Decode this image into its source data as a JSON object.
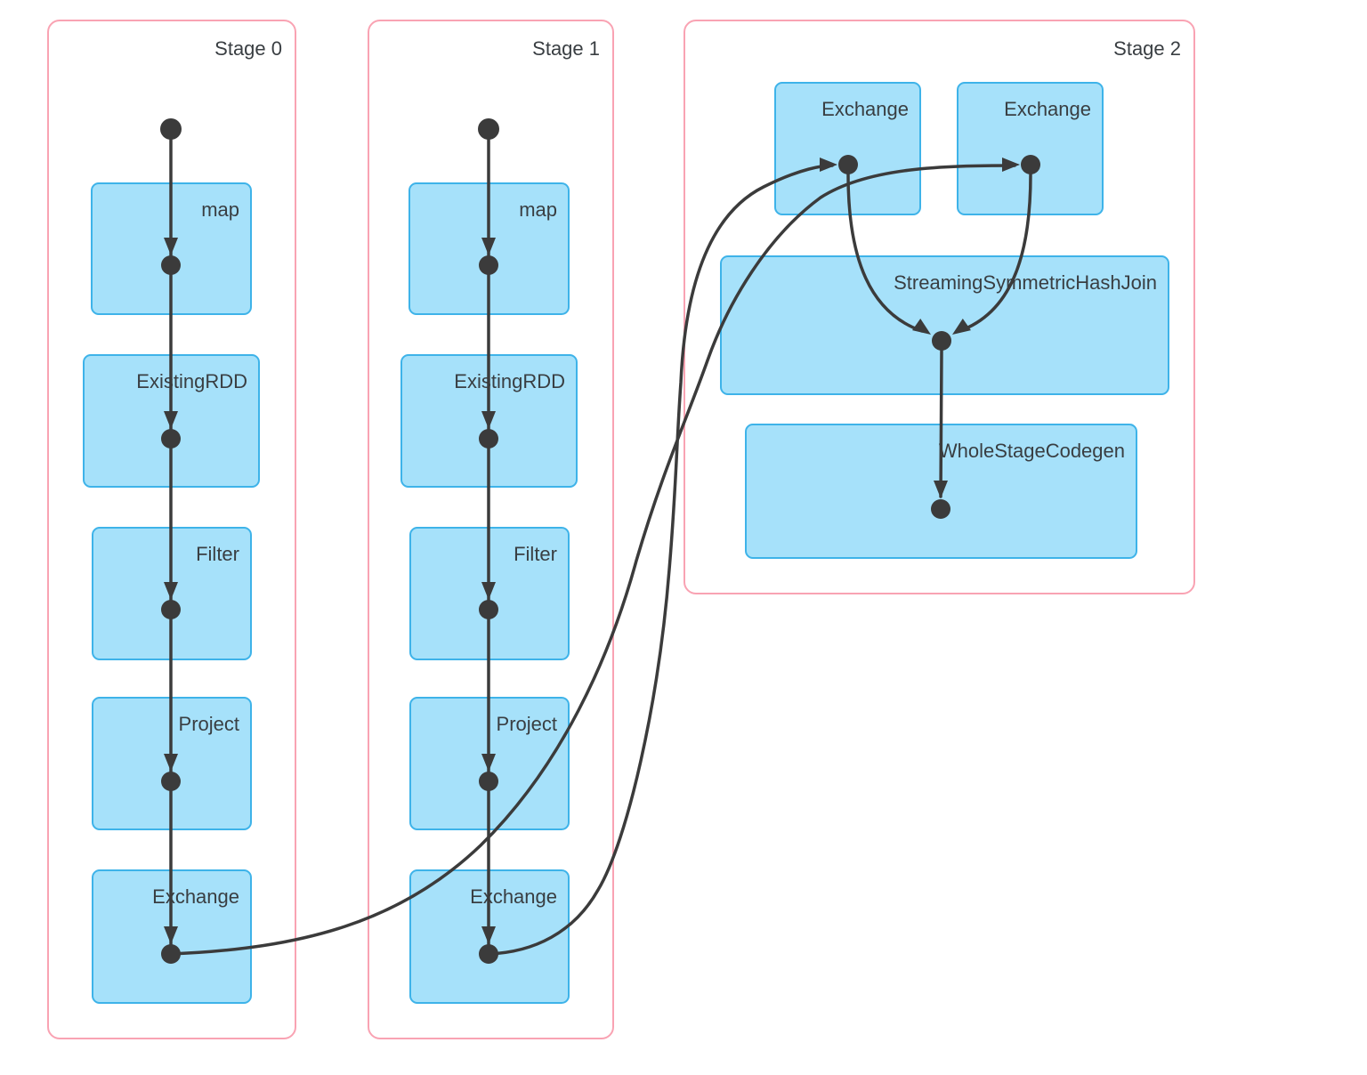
{
  "diagram": {
    "type": "dag",
    "stages": [
      {
        "title": "Stage 0",
        "nodes": [
          {
            "label": "map"
          },
          {
            "label": "ExistingRDD"
          },
          {
            "label": "Filter"
          },
          {
            "label": "Project"
          },
          {
            "label": "Exchange"
          }
        ]
      },
      {
        "title": "Stage 1",
        "nodes": [
          {
            "label": "map"
          },
          {
            "label": "ExistingRDD"
          },
          {
            "label": "Filter"
          },
          {
            "label": "Project"
          },
          {
            "label": "Exchange"
          }
        ]
      },
      {
        "title": "Stage 2",
        "nodes": [
          {
            "label": "Exchange"
          },
          {
            "label": "Exchange"
          },
          {
            "label": "StreamingSymmetricHashJoin"
          },
          {
            "label": "WholeStageCodegen"
          }
        ]
      }
    ],
    "edges": [
      "Stage0.start -> Stage0.map",
      "Stage0.map -> Stage0.ExistingRDD",
      "Stage0.ExistingRDD -> Stage0.Filter",
      "Stage0.Filter -> Stage0.Project",
      "Stage0.Project -> Stage0.Exchange",
      "Stage1.start -> Stage1.map",
      "Stage1.map -> Stage1.ExistingRDD",
      "Stage1.ExistingRDD -> Stage1.Filter",
      "Stage1.Filter -> Stage1.Project",
      "Stage1.Project -> Stage1.Exchange",
      "Stage0.Exchange -> Stage2.Exchange-right",
      "Stage1.Exchange -> Stage2.Exchange-left",
      "Stage2.Exchange-left -> Stage2.StreamingSymmetricHashJoin",
      "Stage2.Exchange-right -> Stage2.StreamingSymmetricHashJoin",
      "Stage2.StreamingSymmetricHashJoin -> Stage2.WholeStageCodegen"
    ],
    "colors": {
      "canvas_background": "#ffffff",
      "stage_border": "#f9a3b3",
      "node_fill": "#a6e1fa",
      "node_border": "#3eb3e9",
      "edge": "#3b3b3b",
      "text": "#393e42"
    }
  }
}
